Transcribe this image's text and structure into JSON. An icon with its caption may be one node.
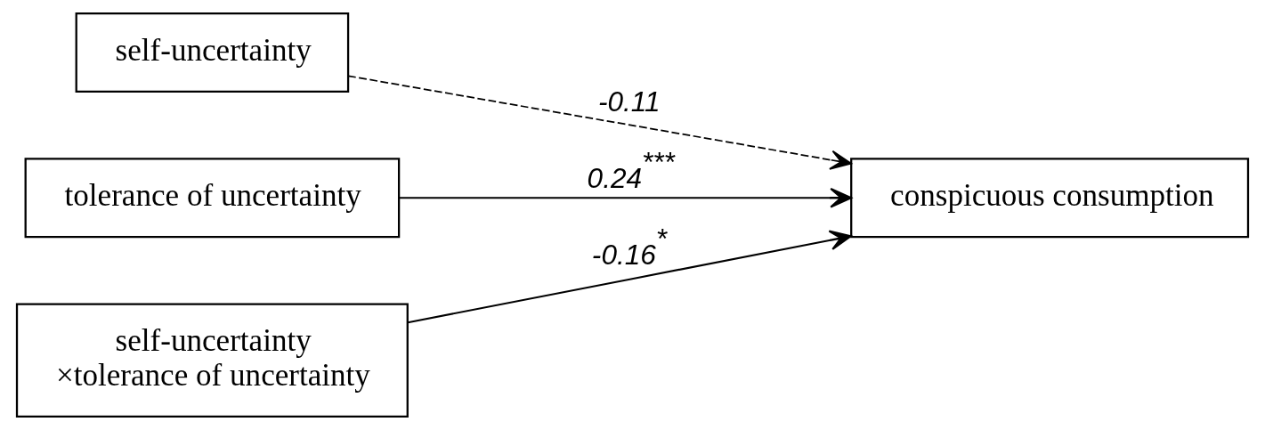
{
  "diagram": {
    "nodes": [
      {
        "text": [
          "self-uncertainty"
        ]
      },
      {
        "text": [
          "tolerance of uncertainty"
        ]
      },
      {
        "text": [
          "self-uncertainty ×tolerance of uncertainty"
        ]
      },
      {
        "text": [
          "conspicuous consumption"
        ]
      }
    ],
    "edges": [
      {
        "from": 0,
        "to": 3,
        "arrow": "to",
        "label": "-0.11",
        "style": "dashed"
      },
      {
        "from": 1,
        "to": 3,
        "arrow": "to",
        "label": "0.24$^{***}$"
      },
      {
        "from": 2,
        "to": 3,
        "arrow": "to",
        "label": "-0.16$^{*}$"
      }
    ]
  }
}
